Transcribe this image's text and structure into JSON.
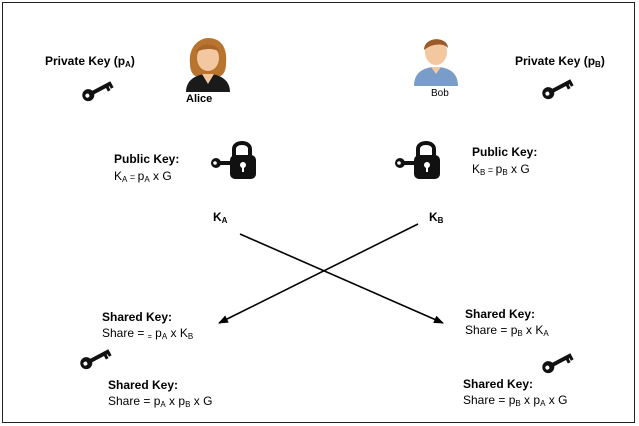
{
  "alice": {
    "name": "Alice",
    "private_key": {
      "prefix": "Private Key (p",
      "sub": "A",
      "suffix": ")"
    },
    "public_key": {
      "title": "Public Key:",
      "lhs": "K",
      "lhs_sub": "A",
      "eq": " = ",
      "p": "p",
      "p_sub": "A",
      "rest": " x G"
    },
    "k_label": {
      "k": "K",
      "sub": "A"
    },
    "shared_1": {
      "title": "Shared Key:",
      "pre": "Share = ",
      "small_eq": "=",
      "p": "p",
      "p_sub": "A",
      "x": " x K",
      "k_sub": "B"
    },
    "shared_2": {
      "title": "Shared Key:",
      "pre": "Share = p",
      "p1_sub": "A",
      "mid": " x p",
      "p2_sub": "B",
      "rest": " x G"
    }
  },
  "bob": {
    "name": "Bob",
    "private_key": {
      "prefix": "Private Key (p",
      "sub": "B",
      "suffix": ")"
    },
    "public_key": {
      "title": "Public Key:",
      "lhs": "K",
      "lhs_sub": "B",
      "eq": " = ",
      "p": "p",
      "p_sub": "B",
      "rest": " x G"
    },
    "k_label": {
      "k": "K",
      "sub": "B"
    },
    "shared_1": {
      "title": "Shared Key:",
      "pre": "Share = p",
      "p_sub": "B",
      "x": " x K",
      "k_sub": "A"
    },
    "shared_2": {
      "title": "Shared Key:",
      "pre": "Share = p",
      "p1_sub": "B",
      "mid": " x p",
      "p2_sub": "A",
      "rest": " x G"
    }
  },
  "colors": {
    "line": "#000000",
    "skin": "#f3c79f",
    "alice_hair": "#b8732f",
    "alice_shirt": "#1a1a1a",
    "bob_hair": "#9a5a2a",
    "bob_shirt": "#7a9cc8",
    "icon": "#111111"
  },
  "icons": [
    "key-icon",
    "padlock-key-icon",
    "woman-avatar-icon",
    "man-avatar-icon"
  ]
}
